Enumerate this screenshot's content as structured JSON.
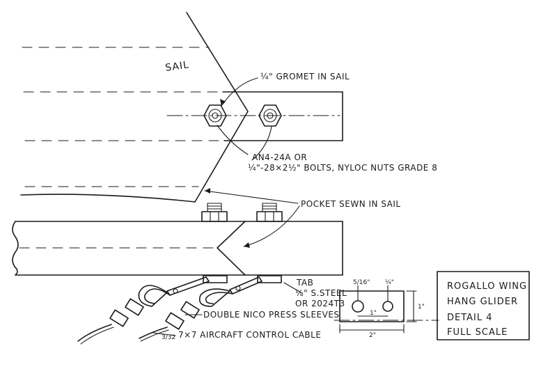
{
  "labels": {
    "sail": "SAIL",
    "grommet": "¼\" GROMET IN SAIL",
    "bolt_line1": "AN4-24A   OR",
    "bolt_line2": "¼\"-28×2½\" BOLTS, NYLOC NUTS GRADE 8",
    "pocket": "POCKET SEWN IN SAIL",
    "tab_line1": "TAB",
    "tab_line2": "⅛\" S.STEEL",
    "tab_line3": "OR 2024T3",
    "sleeves": "DOUBLE NICO PRESS SLEEVES",
    "cable_size": "3/32",
    "cable": "7×7 AIRCRAFT CONTROL CABLE"
  },
  "tab_detail": {
    "hole_large": "5/16\"",
    "hole_small": "¼\"",
    "width": "2\"",
    "hole_spacing": "1\"",
    "height": "1\""
  },
  "title_block": {
    "line1": "ROGALLO WING",
    "line2": "HANG GLIDER",
    "line3": "DETAIL  4",
    "line4": "FULL SCALE"
  }
}
